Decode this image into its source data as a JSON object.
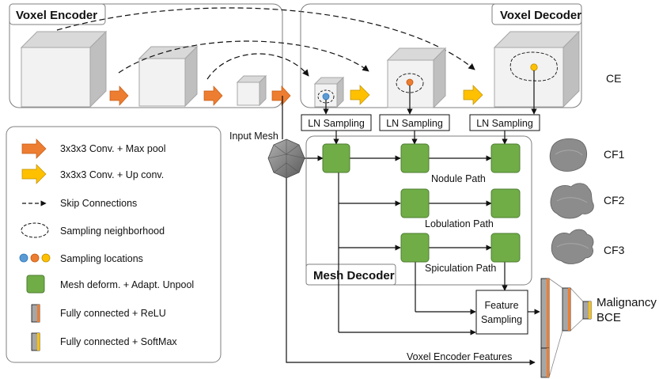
{
  "panels": {
    "voxel_encoder": "Voxel Encoder",
    "voxel_decoder": "Voxel Decoder",
    "mesh_decoder": "Mesh Decoder"
  },
  "sampling": {
    "ln1": "LN Sampling",
    "ln2": "LN Sampling",
    "ln3": "LN Sampling"
  },
  "labels": {
    "ce": "CE",
    "input_mesh": "Input Mesh",
    "nodule_path": "Nodule Path",
    "lobulation_path": "Lobulation Path",
    "spiculation_path": "Spiculation Path",
    "feature_line1": "Feature",
    "feature_line2": "Sampling",
    "cf1": "CF1",
    "cf2": "CF2",
    "cf3": "CF3",
    "malignancy": "Malignancy",
    "bce": "BCE",
    "voxel_encoder_features": "Voxel Encoder Features"
  },
  "legend": {
    "items": [
      {
        "icon": "orange-arrow-icon",
        "label": "3x3x3 Conv. + Max pool"
      },
      {
        "icon": "yellow-arrow-icon",
        "label": "3x3x3 Conv. + Up conv."
      },
      {
        "icon": "dashed-arrow-icon",
        "label": "Skip Connections"
      },
      {
        "icon": "dashed-ellipse-icon",
        "label": "Sampling neighborhood"
      },
      {
        "icon": "colored-dots-icon",
        "label": "Sampling locations"
      },
      {
        "icon": "green-square-icon",
        "label": "Mesh deform. + Adapt. Unpool"
      },
      {
        "icon": "fc-relu-icon",
        "label": "Fully connected + ReLU"
      },
      {
        "icon": "fc-softmax-icon",
        "label": "Fully connected + SoftMax"
      }
    ]
  },
  "colors": {
    "orange": "#ED7D31",
    "yellow": "#FFC000",
    "green": "#70AD47",
    "green_dark": "#4E7D32",
    "blue_dot": "#5B9BD5",
    "panel_border": "#7F7F7F",
    "cube_front": "#F2F2F2",
    "cube_top": "#D9D9D9",
    "cube_side": "#BFBFBF",
    "fc_gray": "#A6A6A6"
  }
}
